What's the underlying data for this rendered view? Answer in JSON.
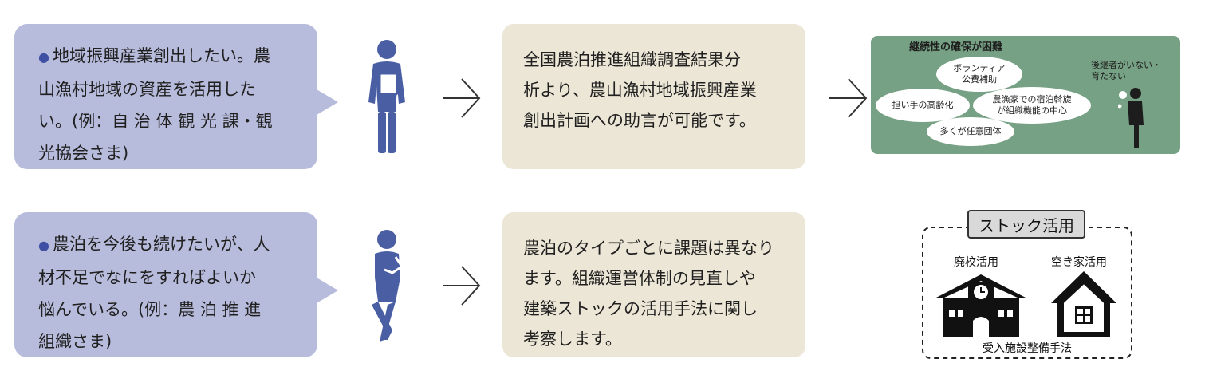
{
  "rows": [
    {
      "need_text": "地域振興産業創出したい。農山漁村地域の資産を活用したい。(例：自治体観光課・観光協会さま)",
      "need_lines": [
        "地域振興産業創出したい。農",
        "山漁村地域の資産を活用した",
        "い。(例：自 治 体 観 光 課・観",
        "光協会さま)"
      ],
      "answer_lines": [
        "全国農泊推進組織調査結果分",
        "析より、農山漁村地域振興産業",
        "創出計画への助言が可能です。"
      ]
    },
    {
      "need_lines": [
        "農泊を今後も続けたいが、人",
        "材不足でなにをすればよいか",
        "悩んでいる。(例：農 泊 推 進",
        "組織さま)"
      ],
      "answer_lines": [
        "農泊のタイプごとに課題は異なり",
        "ます。組織運営体制の見直しや",
        "建築ストックの活用手法に関し",
        "考察します。"
      ]
    }
  ],
  "bullet": "●",
  "panel": {
    "title": "継続性の確保が困難",
    "clouds": {
      "volunteer": "ボランティア\n公費補助",
      "aging": "担い手の高齢化",
      "core": "農漁家での宿泊斡旋\nが組織機能の中心",
      "voluntary": "多くが任意団体"
    },
    "successor": "後継者がいない・\n育たない"
  },
  "stock": {
    "title": "ストック活用",
    "school_label": "廃校活用",
    "house_label": "空き家活用",
    "method_label": "受入施設整備手法"
  },
  "colors": {
    "bubble": "#b8bcdc",
    "info": "#ece6d6",
    "figure": "#4a5fa3",
    "panel": "#77a184"
  }
}
